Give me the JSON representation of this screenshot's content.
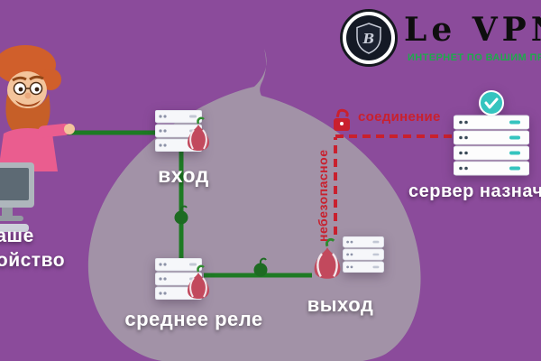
{
  "palette": {
    "background": "#8b4b9b",
    "onion_silhouette": "#a49aa8",
    "secure_line_green": "#1d7a23",
    "insecure_red": "#c9202e",
    "tagline_green": "#1faa4c",
    "destination_teal": "#35c4bf"
  },
  "logo": {
    "brand": "Le VPN",
    "tagline": "ИНТЕРНЕТ ПО ВАШИМ ПРАВИЛАМ"
  },
  "device": {
    "line1": "ваше",
    "line2": "устройство"
  },
  "nodes": {
    "entry": {
      "label": "вход"
    },
    "middle": {
      "label": "среднее реле"
    },
    "exit": {
      "label": "выход"
    },
    "destination": {
      "label": "сервер назначения"
    }
  },
  "insecure": {
    "vertical": "небезопасное",
    "horizontal": "соединение"
  },
  "icons": {
    "check": "✓"
  }
}
